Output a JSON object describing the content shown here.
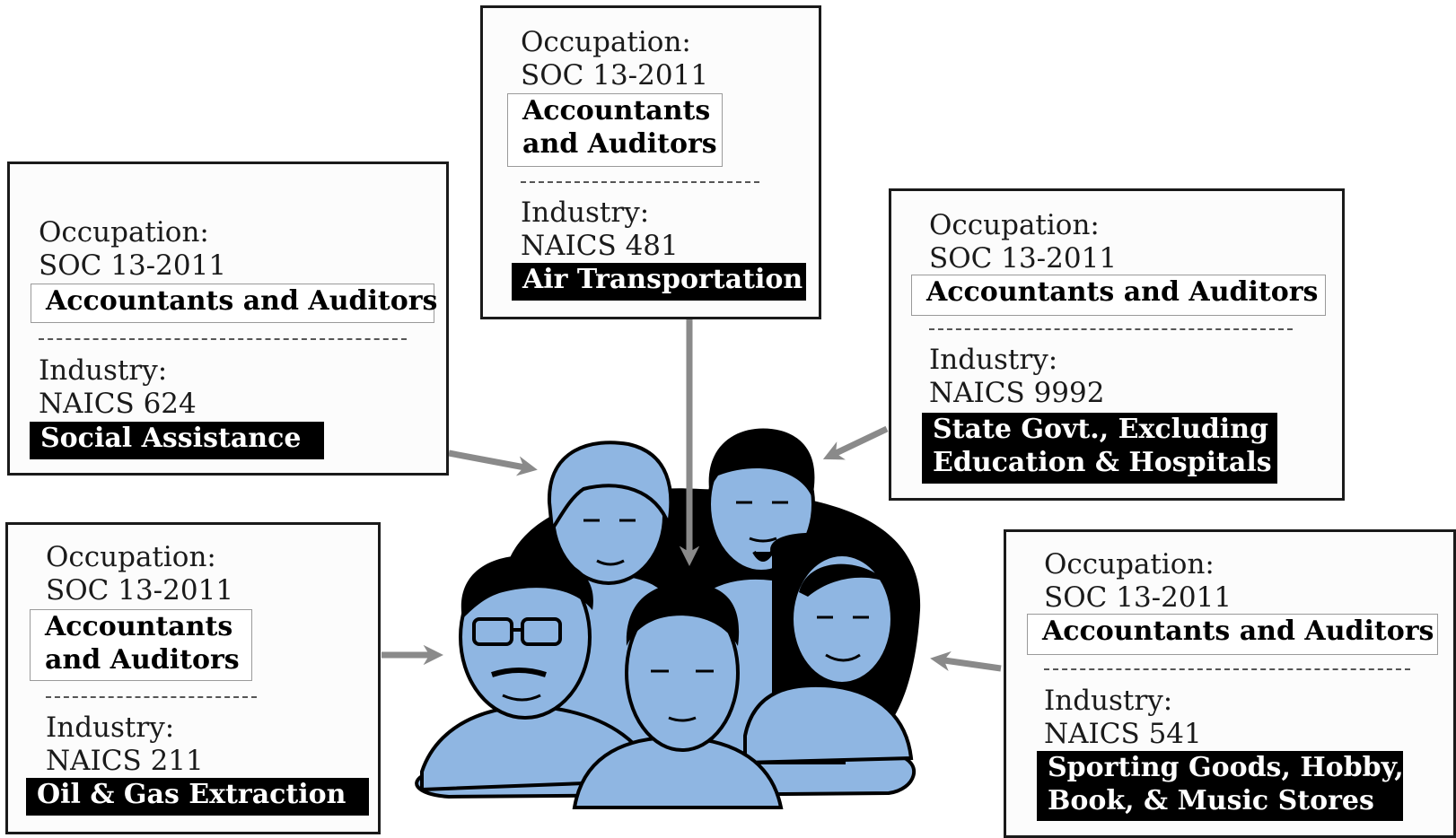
{
  "boxes": [
    {
      "id": "top",
      "occupation_label": "Occupation:",
      "soc_code": "SOC 13-2011",
      "occupation_title": [
        "Accountants",
        "and Auditors"
      ],
      "industry_label": "Industry:",
      "naics_code": "NAICS 481",
      "industry_title": [
        "Air Transportation"
      ]
    },
    {
      "id": "left-upper",
      "occupation_label": "Occupation:",
      "soc_code": "SOC 13-2011",
      "occupation_title": [
        "Accountants and Auditors"
      ],
      "industry_label": "Industry:",
      "naics_code": "NAICS 624",
      "industry_title": [
        "Social Assistance"
      ]
    },
    {
      "id": "right-upper",
      "occupation_label": "Occupation:",
      "soc_code": "SOC 13-2011",
      "occupation_title": [
        "Accountants and Auditors"
      ],
      "industry_label": "Industry:",
      "naics_code": "NAICS 9992",
      "industry_title": [
        "State Govt., Excluding",
        "Education & Hospitals"
      ]
    },
    {
      "id": "left-lower",
      "occupation_label": "Occupation:",
      "soc_code": "SOC 13-2011",
      "occupation_title": [
        "Accountants",
        "and Auditors"
      ],
      "industry_label": "Industry:",
      "naics_code": "NAICS 211",
      "industry_title": [
        "Oil & Gas Extraction"
      ]
    },
    {
      "id": "right-lower",
      "occupation_label": "Occupation:",
      "soc_code": "SOC 13-2011",
      "occupation_title": [
        "Accountants and Auditors"
      ],
      "industry_label": "Industry:",
      "naics_code": "NAICS 541",
      "industry_title": [
        "Sporting Goods, Hobby,",
        "Book, & Music Stores"
      ]
    }
  ],
  "colors": {
    "people_fill": "#8fb6e2",
    "arrow": "#8a8a8a",
    "ink": "#000000"
  },
  "illustration": "group-of-five-people-illustration"
}
